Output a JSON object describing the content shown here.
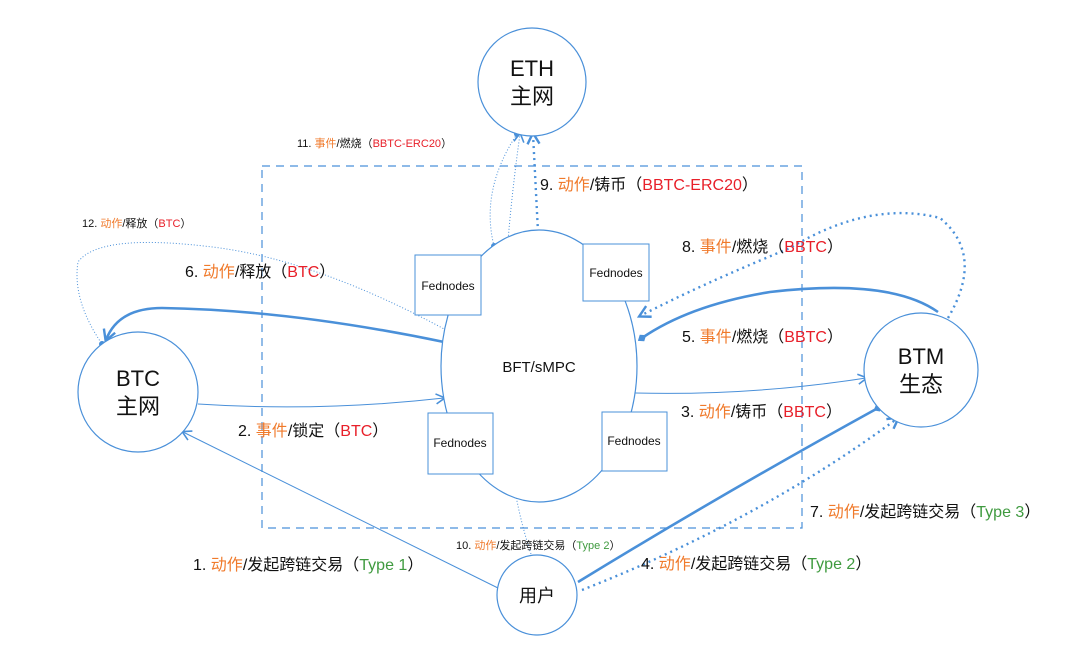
{
  "nodes": {
    "eth": {
      "line1": "ETH",
      "line2": "主网"
    },
    "btc": {
      "line1": "BTC",
      "line2": "主网"
    },
    "btm": {
      "line1": "BTM",
      "line2": "生态"
    },
    "user": {
      "line1": "用户"
    }
  },
  "core": {
    "label": "BFT/sMPC"
  },
  "fednodes": [
    "Fednodes",
    "Fednodes",
    "Fednodes",
    "Fednodes"
  ],
  "colors": {
    "line": "#4a90d9",
    "action": "#f07a2b",
    "token": "#e8202a",
    "type": "#3f9a3f",
    "text": "#111111"
  },
  "labels": {
    "l1": {
      "num": "1. ",
      "kind": "动作",
      "verb": "/发起跨链交易",
      "open": "（",
      "token": "Type 1",
      "close": "）"
    },
    "l2": {
      "num": "2. ",
      "kind": "事件",
      "verb": "/锁定",
      "open": "（",
      "token": "BTC",
      "close": "）"
    },
    "l3": {
      "num": "3. ",
      "kind": "动作",
      "verb": "/铸币",
      "open": "（",
      "token": "BBTC",
      "close": "）"
    },
    "l4": {
      "num": "4. ",
      "kind": "动作",
      "verb": "/发起跨链交易",
      "open": "（",
      "token": "Type 2",
      "close": "）"
    },
    "l5": {
      "num": "5. ",
      "kind": "事件",
      "verb": "/燃烧",
      "open": "（",
      "token": "BBTC",
      "close": "）"
    },
    "l6": {
      "num": "6. ",
      "kind": "动作",
      "verb": "/释放",
      "open": "（",
      "token": "BTC",
      "close": "）"
    },
    "l7": {
      "num": "7. ",
      "kind": "动作",
      "verb": "/发起跨链交易",
      "open": "（",
      "token": "Type 3",
      "close": "）"
    },
    "l8": {
      "num": "8. ",
      "kind": "事件",
      "verb": "/燃烧",
      "open": "（",
      "token": "BBTC",
      "close": "）"
    },
    "l9": {
      "num": "9. ",
      "kind": "动作",
      "verb": "/铸币",
      "open": "（",
      "token": "BBTC-ERC20",
      "close": "）"
    },
    "l10": {
      "num": "10. ",
      "kind": "动作",
      "verb": "/发起跨链交易",
      "open": "（",
      "token": "Type 2",
      "close": "）"
    },
    "l11": {
      "num": "11. ",
      "kind": "事件",
      "verb": "/燃烧",
      "open": "（",
      "token": "BBTC-ERC20",
      "close": "）"
    },
    "l12": {
      "num": "12. ",
      "kind": "动作",
      "verb": "/释放",
      "open": "（",
      "token": "BTC",
      "close": "）"
    }
  }
}
